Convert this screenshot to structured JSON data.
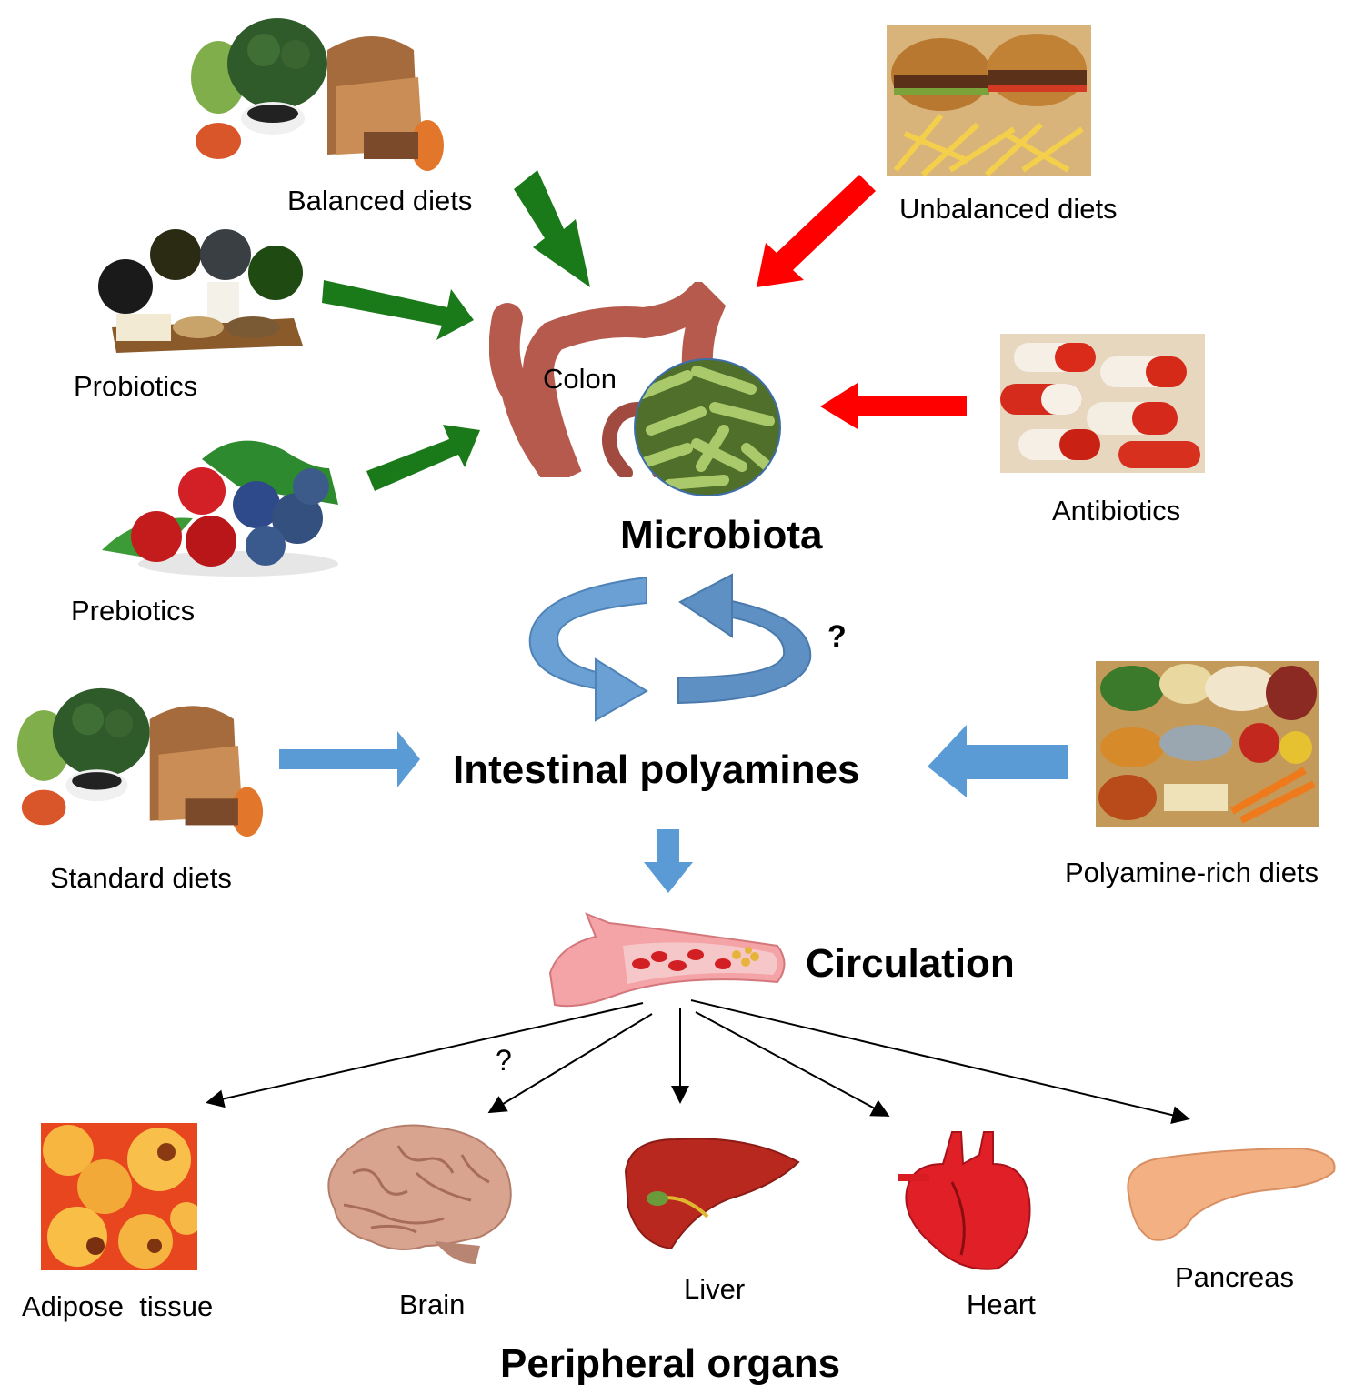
{
  "inputs": {
    "balanced": "Balanced diets",
    "unbalanced": "Unbalanced diets",
    "probiotics": "Probiotics",
    "prebiotics": "Prebiotics",
    "antibiotics": "Antibiotics"
  },
  "colon_label": "Colon",
  "microbiota_label": "Microbiota",
  "cycle_question": "?",
  "polyamines_label": "Intestinal polyamines",
  "diet_sources": {
    "standard": "Standard diets",
    "polyamine_rich": "Polyamine-rich diets"
  },
  "circulation_label": "Circulation",
  "brain_question": "?",
  "organs": {
    "adipose": "Adipose  tissue",
    "brain": "Brain",
    "liver": "Liver",
    "heart": "Heart",
    "pancreas": "Pancreas"
  },
  "peripheral_label": "Peripheral organs",
  "colors": {
    "positive_arrow": "#1a7a1a",
    "negative_arrow": "#ff0000",
    "flow_arrow": "#5b9bd5",
    "bacteria": "#6f9a3a",
    "colon": "#b65a4e"
  },
  "icons": [
    "food-photo",
    "fast-food-photo",
    "probiotic-photo",
    "berries-photo",
    "capsules-photo",
    "colon-illustration",
    "bacteria-micrograph",
    "blood-vessel-illustration",
    "adipose-cell-photo",
    "brain-illustration",
    "liver-illustration",
    "heart-illustration",
    "pancreas-illustration"
  ]
}
